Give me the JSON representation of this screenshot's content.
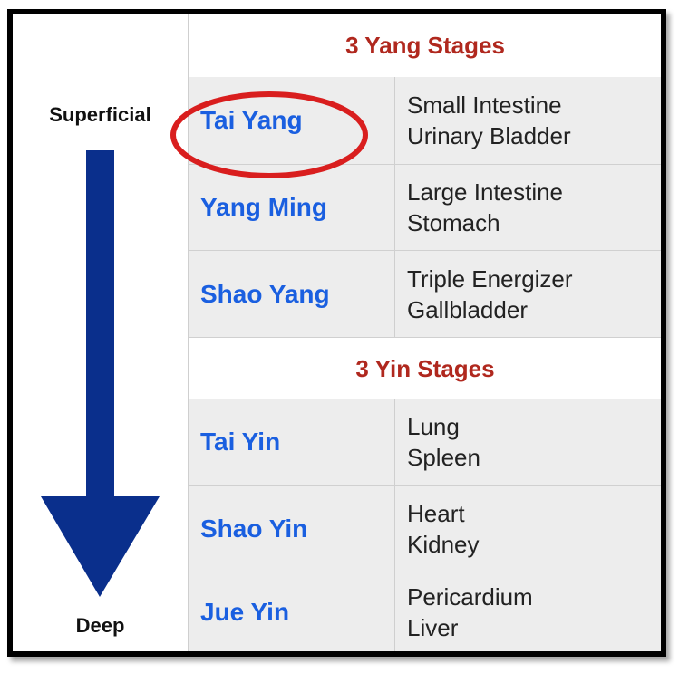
{
  "depth_axis": {
    "top_label": "Superficial",
    "bottom_label": "Deep",
    "arrow_color": "#0a2f8c"
  },
  "colors": {
    "header_red": "#b0281e",
    "stage_blue": "#1a5fe0",
    "highlight_circle": "#d91e1e"
  },
  "yang": {
    "header": "3 Yang Stages",
    "rows": [
      {
        "stage": "Tai Yang",
        "organ1": "Small Intestine",
        "organ2": "Urinary Bladder",
        "highlighted": true
      },
      {
        "stage": "Yang Ming",
        "organ1": "Large Intestine",
        "organ2": "Stomach"
      },
      {
        "stage": "Shao Yang",
        "organ1": "Triple Energizer",
        "organ2": "Gallbladder"
      }
    ]
  },
  "yin": {
    "header": "3 Yin Stages",
    "rows": [
      {
        "stage": "Tai Yin",
        "organ1": "Lung",
        "organ2": "Spleen"
      },
      {
        "stage": "Shao Yin",
        "organ1": "Heart",
        "organ2": "Kidney"
      },
      {
        "stage": "Jue Yin",
        "organ1": "Pericardium",
        "organ2": "Liver"
      }
    ]
  }
}
